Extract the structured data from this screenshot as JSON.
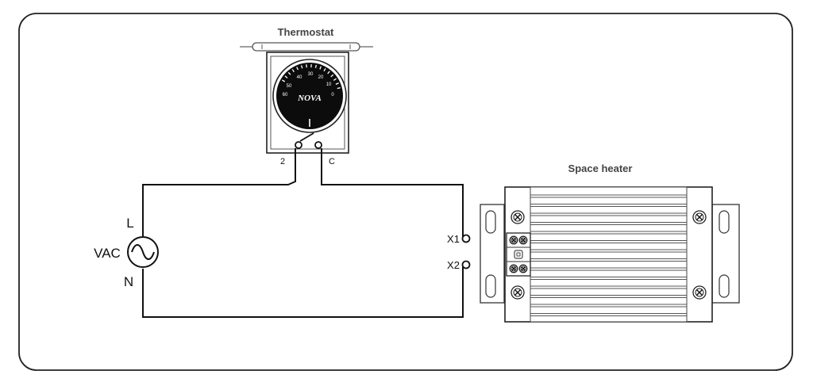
{
  "thermostat": {
    "title": "Thermostat",
    "brand": "NOVA",
    "terminal_left": "2",
    "terminal_right": "C",
    "dial_numbers": [
      "50",
      "40",
      "30",
      "20",
      "10",
      "0",
      "60"
    ]
  },
  "heater": {
    "title": "Space heater",
    "terminal_top": "X1",
    "terminal_bottom": "X2"
  },
  "source": {
    "label": "VAC",
    "line": "L",
    "neutral": "N"
  }
}
